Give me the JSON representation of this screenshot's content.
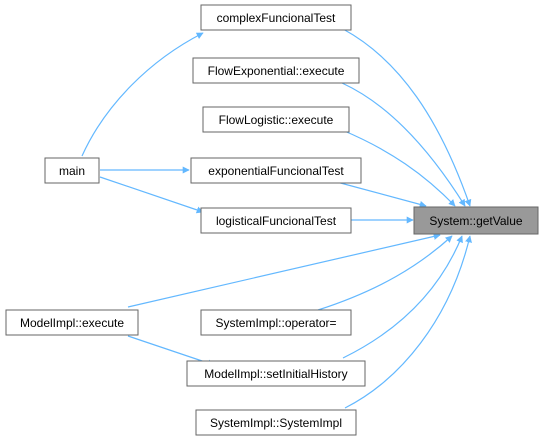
{
  "diagram": {
    "colors": {
      "edge": "#63b8ff",
      "node_border": "#666666",
      "node_fill": "#ffffff",
      "focus_fill": "#999999",
      "focus_border": "#666666"
    },
    "target": {
      "id": "system_getvalue",
      "label": "System::getValue"
    },
    "nodes": [
      {
        "id": "complex",
        "label": "complexFuncionalTest"
      },
      {
        "id": "flowexp",
        "label": "FlowExponential::execute"
      },
      {
        "id": "flowlog",
        "label": "FlowLogistic::execute"
      },
      {
        "id": "main",
        "label": "main"
      },
      {
        "id": "exponential",
        "label": "exponentialFuncionalTest"
      },
      {
        "id": "logistical",
        "label": "logisticalFuncionalTest"
      },
      {
        "id": "modelexec",
        "label": "ModelImpl::execute"
      },
      {
        "id": "sysop",
        "label": "SystemImpl::operator="
      },
      {
        "id": "setinit",
        "label": "ModelImpl::setInitialHistory"
      },
      {
        "id": "sysctor",
        "label": "SystemImpl::SystemImpl"
      }
    ],
    "edges": [
      {
        "from": "main",
        "to": "complex"
      },
      {
        "from": "main",
        "to": "exponential"
      },
      {
        "from": "main",
        "to": "logistical"
      },
      {
        "from": "modelexec",
        "to": "setinit"
      },
      {
        "from": "complex",
        "to": "system_getvalue"
      },
      {
        "from": "flowexp",
        "to": "system_getvalue"
      },
      {
        "from": "flowlog",
        "to": "system_getvalue"
      },
      {
        "from": "exponential",
        "to": "system_getvalue"
      },
      {
        "from": "logistical",
        "to": "system_getvalue"
      },
      {
        "from": "modelexec",
        "to": "system_getvalue"
      },
      {
        "from": "sysop",
        "to": "system_getvalue"
      },
      {
        "from": "setinit",
        "to": "system_getvalue"
      },
      {
        "from": "sysctor",
        "to": "system_getvalue"
      }
    ]
  }
}
